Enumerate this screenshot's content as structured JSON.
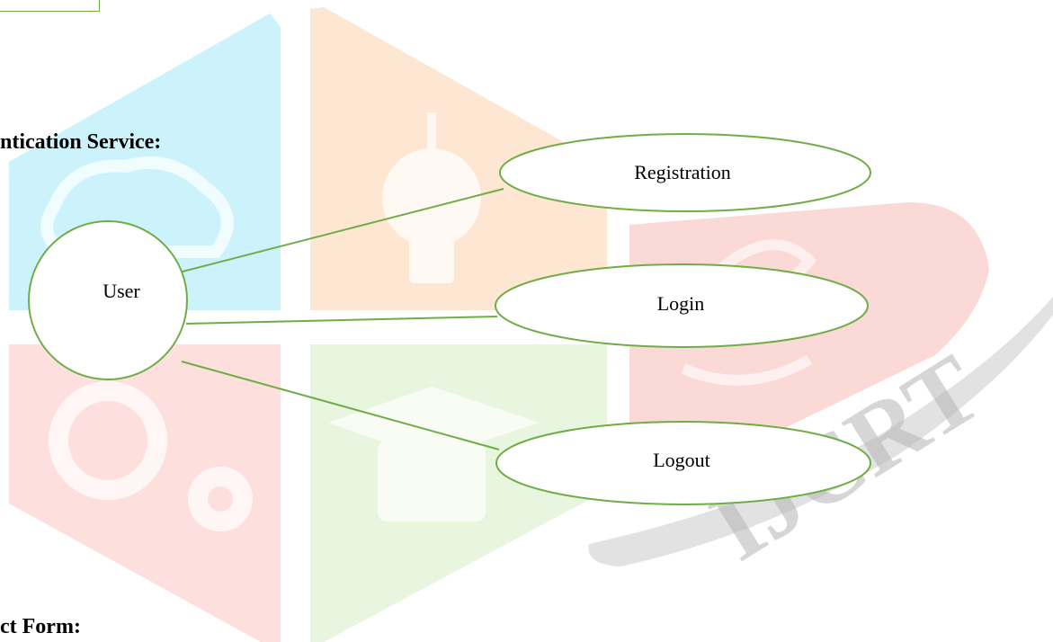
{
  "diagram": {
    "actor": {
      "label": "User"
    },
    "use_cases": [
      {
        "label": "Registration"
      },
      {
        "label": "Login"
      },
      {
        "label": "Logout"
      }
    ],
    "edges": [
      {
        "from": "User",
        "to": "Registration"
      },
      {
        "from": "User",
        "to": "Login"
      },
      {
        "from": "User",
        "to": "Logout"
      }
    ]
  },
  "headings": {
    "section_title": "ntication Service:",
    "next_section_title": "ct Form:"
  },
  "watermark": {
    "text": "IJCRT"
  },
  "colors": {
    "stroke": "#70ad47",
    "tile_cyan": "#ccf3fb",
    "tile_orange": "#fde6d2",
    "tile_red": "#fde0de",
    "tile_green": "#e8f5df",
    "wedge_red": "#fbd9d6",
    "swoosh_gray": "#e2e2e2"
  }
}
